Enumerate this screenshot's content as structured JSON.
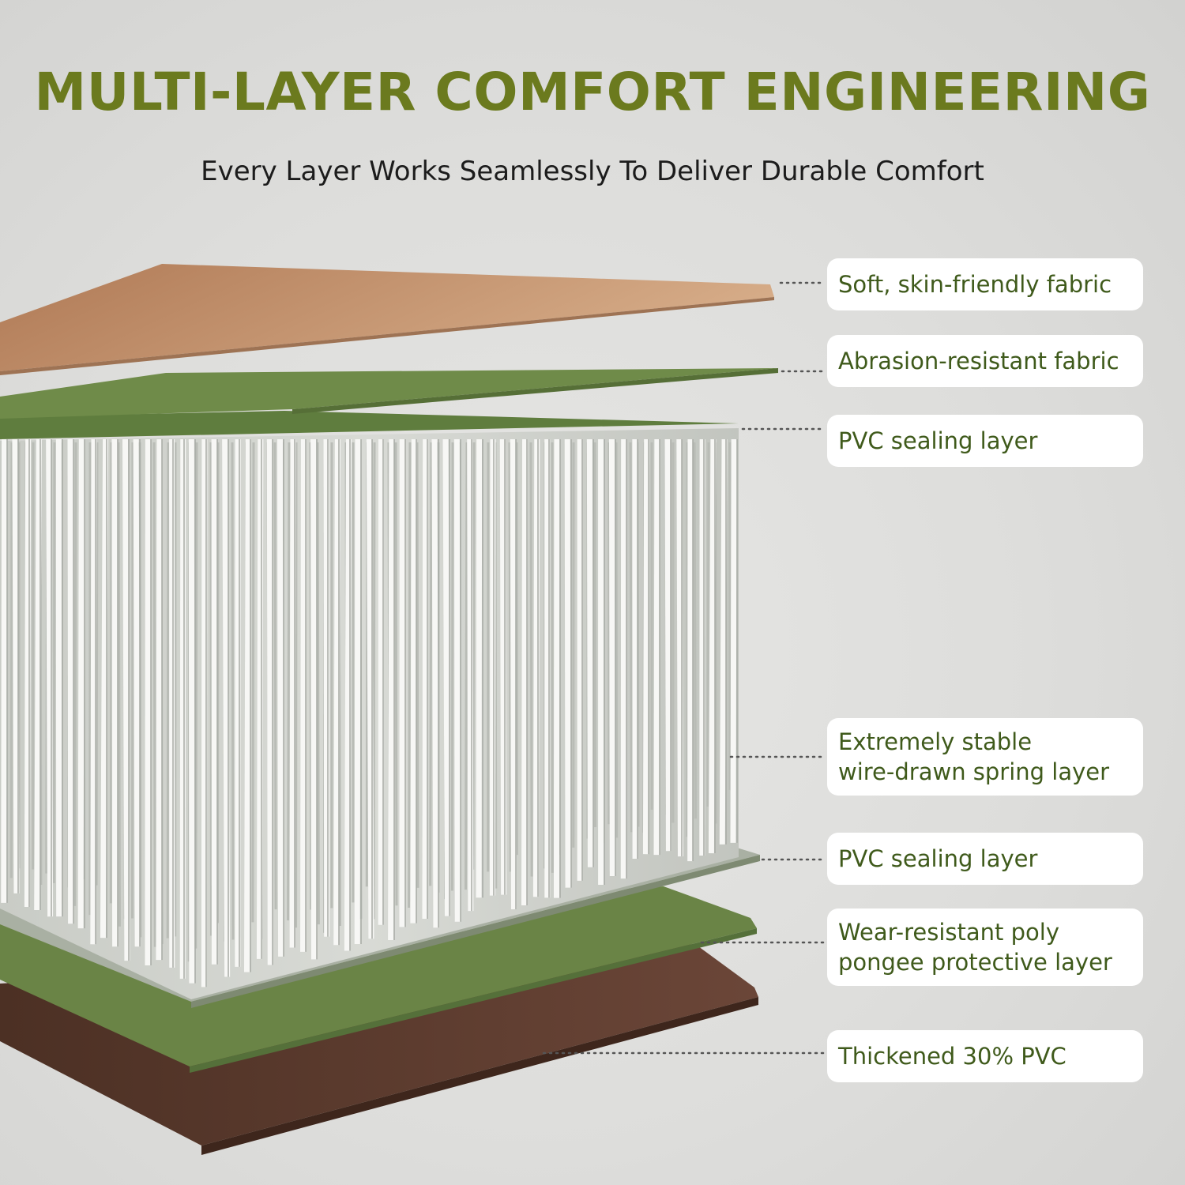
{
  "header": {
    "title": "MULTI-LAYER COMFORT ENGINEERING",
    "subtitle": "Every Layer Works Seamlessly To Deliver Durable Comfort"
  },
  "layers": [
    {
      "lines": [
        "Soft, skin-friendly fabric"
      ]
    },
    {
      "lines": [
        "Abrasion-resistant fabric"
      ]
    },
    {
      "lines": [
        "PVC sealing layer"
      ]
    },
    {
      "lines": [
        "Extremely stable",
        "wire-drawn spring layer"
      ]
    },
    {
      "lines": [
        "PVC sealing layer"
      ]
    },
    {
      "lines": [
        "Wear-resistant poly",
        "pongee protective layer"
      ]
    },
    {
      "lines": [
        "Thickened 30% PVC"
      ]
    }
  ],
  "colors": {
    "title": "#6b7a1e",
    "label_text": "#3f5a1b",
    "fabric_top": "#c59a76",
    "green_layer": "#6b8445",
    "bottom_layer": "#5a3a2c",
    "springs": "#f2f2f2",
    "pvc": "#b4b8b0"
  }
}
